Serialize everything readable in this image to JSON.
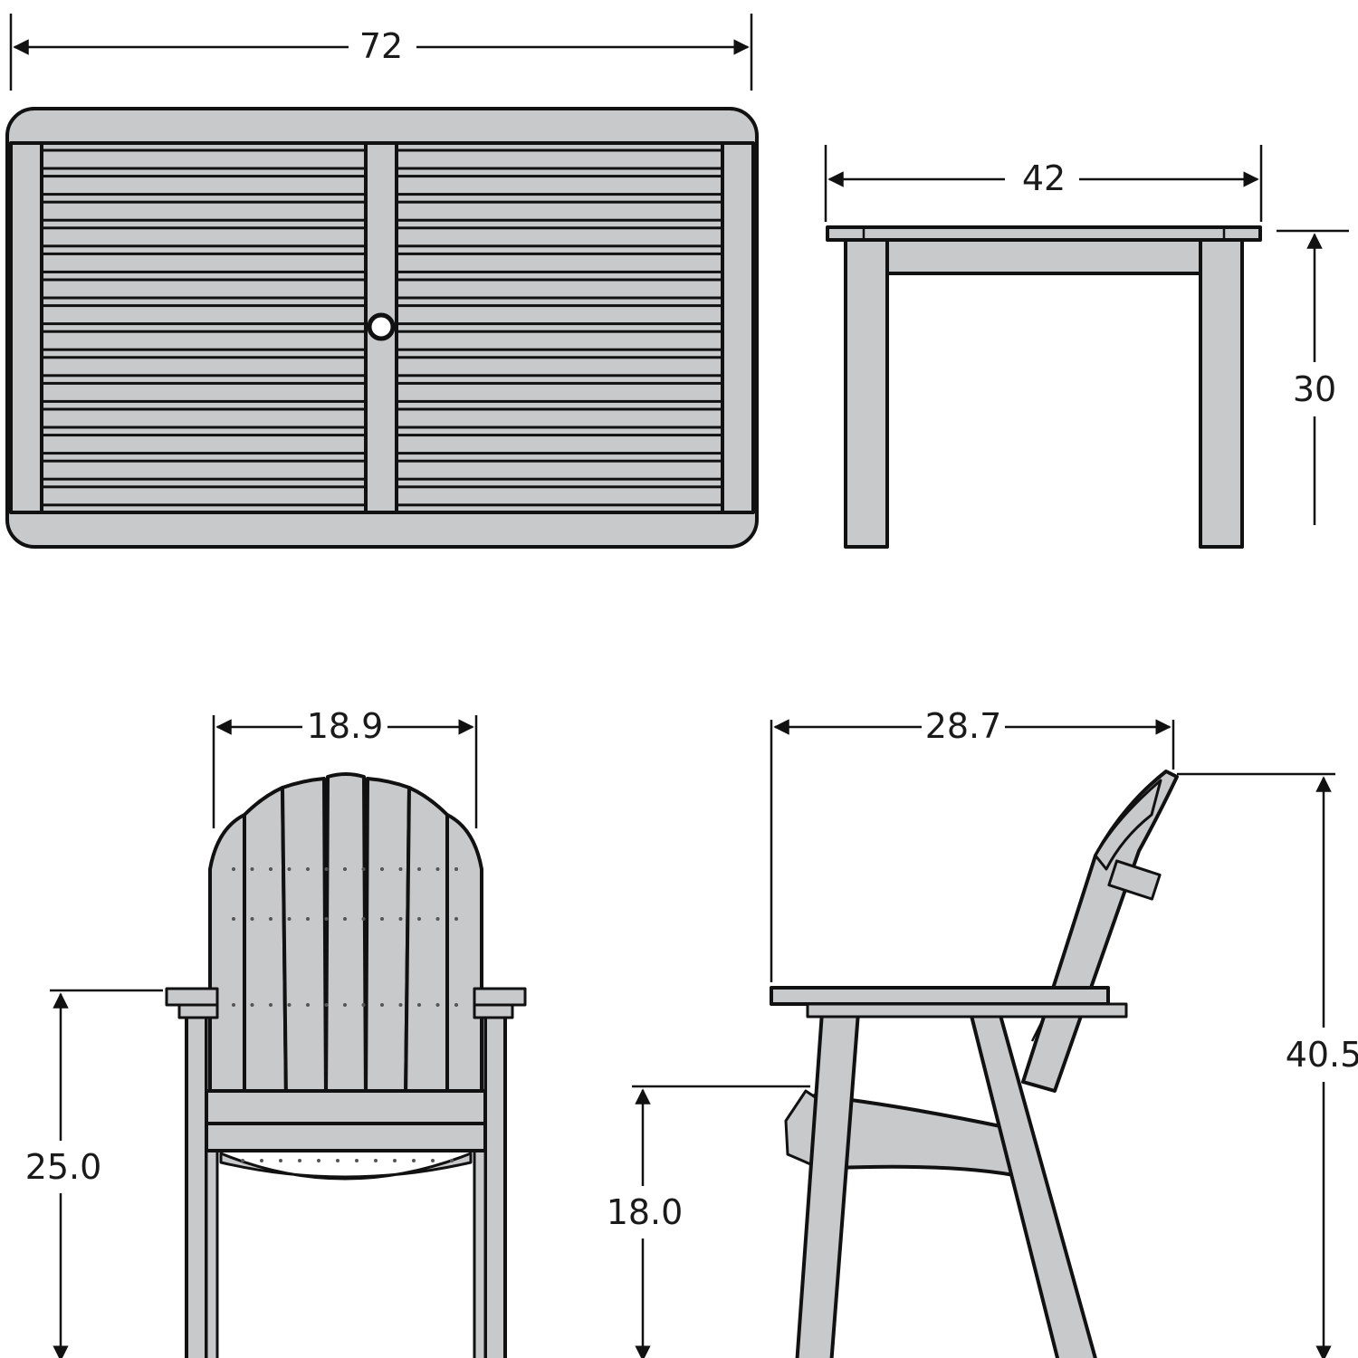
{
  "dimensions": {
    "table_length": "72",
    "table_width": "42",
    "table_height": "30",
    "chair_width": "18.9",
    "chair_depth": "28.7",
    "chair_arm_height": "25.0",
    "chair_seat_height": "18.0",
    "chair_height": "40.5"
  },
  "colors": {
    "material": "#c8c9cb",
    "outline": "#111111",
    "background": "#ffffff"
  }
}
